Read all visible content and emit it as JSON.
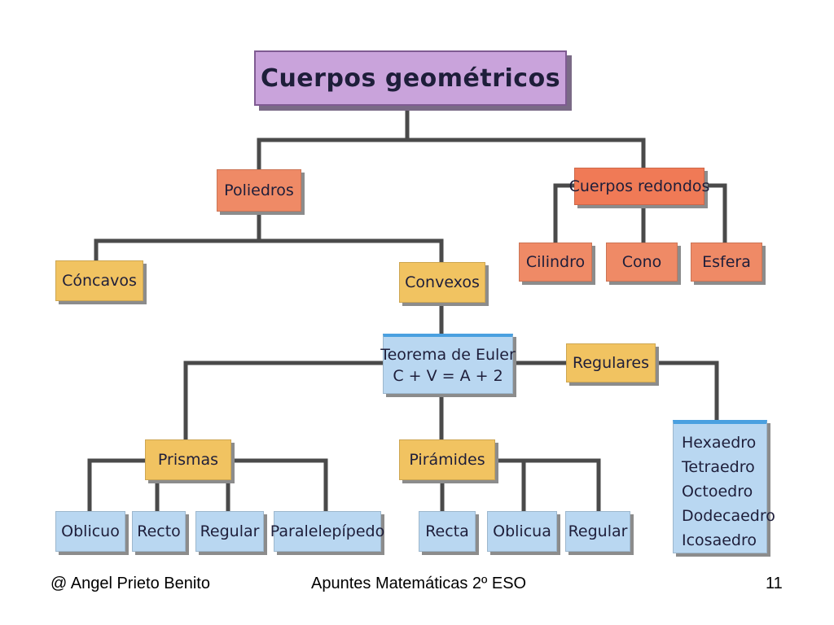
{
  "title": "Cuerpos geométricos",
  "poliedros": "Poliedros",
  "cuerpos_redondos": "Cuerpos redondos",
  "cilindro": "Cilindro",
  "cono": "Cono",
  "esfera": "Esfera",
  "concavos": "Cóncavos",
  "convexos": "Convexos",
  "euler_line1": "Teorema de Euler",
  "euler_line2": "C + V = A + 2",
  "regulares": "Regulares",
  "regulares_list": [
    "Hexaedro",
    "Tetraedro",
    "Octoedro",
    "Dodecaedro",
    "Icosaedro"
  ],
  "prismas": "Prismas",
  "prismas_children": [
    "Oblicuo",
    "Recto",
    "Regular",
    "Paralelepípedo"
  ],
  "piramides": "Pirámides",
  "piramides_children": [
    "Recta",
    "Oblicua",
    "Regular"
  ],
  "footer": {
    "author": "@ Angel Prieto Benito",
    "course": "Apuntes Matemáticas 2º ESO",
    "page": "11"
  },
  "colors": {
    "title": "#c9a3db",
    "level1": "#ef8a66",
    "level2": "#f1c361",
    "leaf": "#b9d7f1",
    "connector": "#4a4a4a"
  }
}
